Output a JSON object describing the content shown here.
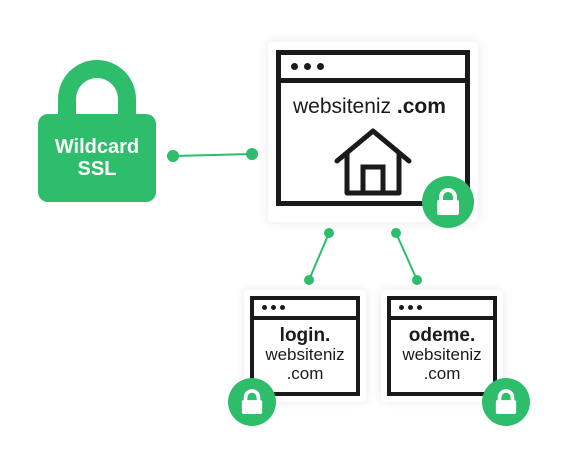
{
  "wildcard_lock": {
    "line1": "Wildcard",
    "line2": "SSL"
  },
  "main_site": {
    "domain_name": "websiteniz",
    "domain_tld": ".com"
  },
  "subdomains": [
    {
      "prefix": "login.",
      "domain": "websiteniz",
      "tld": ".com"
    },
    {
      "prefix": "odeme.",
      "domain": "websiteniz",
      "tld": ".com"
    }
  ],
  "colors": {
    "accent": "#2ebd6b",
    "outline": "#1a1a1a"
  }
}
